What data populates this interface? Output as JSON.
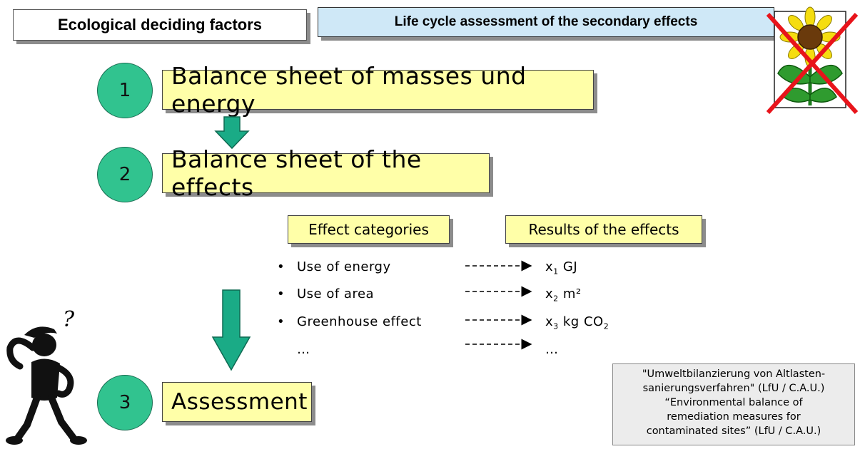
{
  "header": {
    "title": "Ecological deciding factors",
    "subtitle": "Life cycle assessment of the secondary effects"
  },
  "steps": [
    {
      "number": "1",
      "label": "Balance sheet of masses und energy"
    },
    {
      "number": "2",
      "label": "Balance sheet of the effects"
    },
    {
      "number": "3",
      "label": "Assessment"
    }
  ],
  "categories": {
    "left_heading": "Effect categories",
    "right_heading": "Results of the effects",
    "items": [
      {
        "bullet": "•",
        "label": "Use of energy",
        "result_var": "x",
        "result_sub": "1",
        "result_unit": " GJ",
        "result_unit_sub": ""
      },
      {
        "bullet": "•",
        "label": "Use of area",
        "result_var": "x",
        "result_sub": "2",
        "result_unit": " m²",
        "result_unit_sub": ""
      },
      {
        "bullet": "•",
        "label": "Greenhouse effect",
        "result_var": "x",
        "result_sub": "3",
        "result_unit": " kg CO",
        "result_unit_sub": "2"
      },
      {
        "bullet": "",
        "label": "…",
        "result_var": "…",
        "result_sub": "",
        "result_unit": "",
        "result_unit_sub": ""
      }
    ]
  },
  "source": {
    "lines": [
      "\"Umweltbilanzierung von Altlasten-",
      "sanierungsverfahren\" (LfU / C.A.U.)",
      "“Environmental balance of",
      "remediation measures for",
      "contaminated sites” (LfU / C.A.U.)"
    ]
  },
  "figure": {
    "question_mark": "?"
  },
  "colors": {
    "circle": "#31c38f",
    "step_box": "#ffffa8",
    "subtitle_box": "#cfe8f7",
    "arrow": "#1aab86",
    "cross": "#e8141b"
  }
}
